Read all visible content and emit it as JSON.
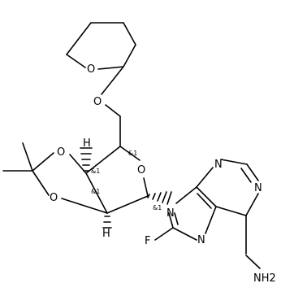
{
  "molecule": {
    "atoms": {
      "o_thp": "O",
      "o_ether": "O",
      "o_ring": "O",
      "o_diox1": "O",
      "o_diox2": "O",
      "h_top": "H",
      "h_bottom": "H",
      "n9": "N",
      "n3": "N",
      "n1": "N",
      "n7": "N",
      "f": "F",
      "nh2": "NH2"
    },
    "stereo": {
      "c4": "&1",
      "c3": "&1",
      "c2": "&1",
      "c1": "&1"
    }
  }
}
